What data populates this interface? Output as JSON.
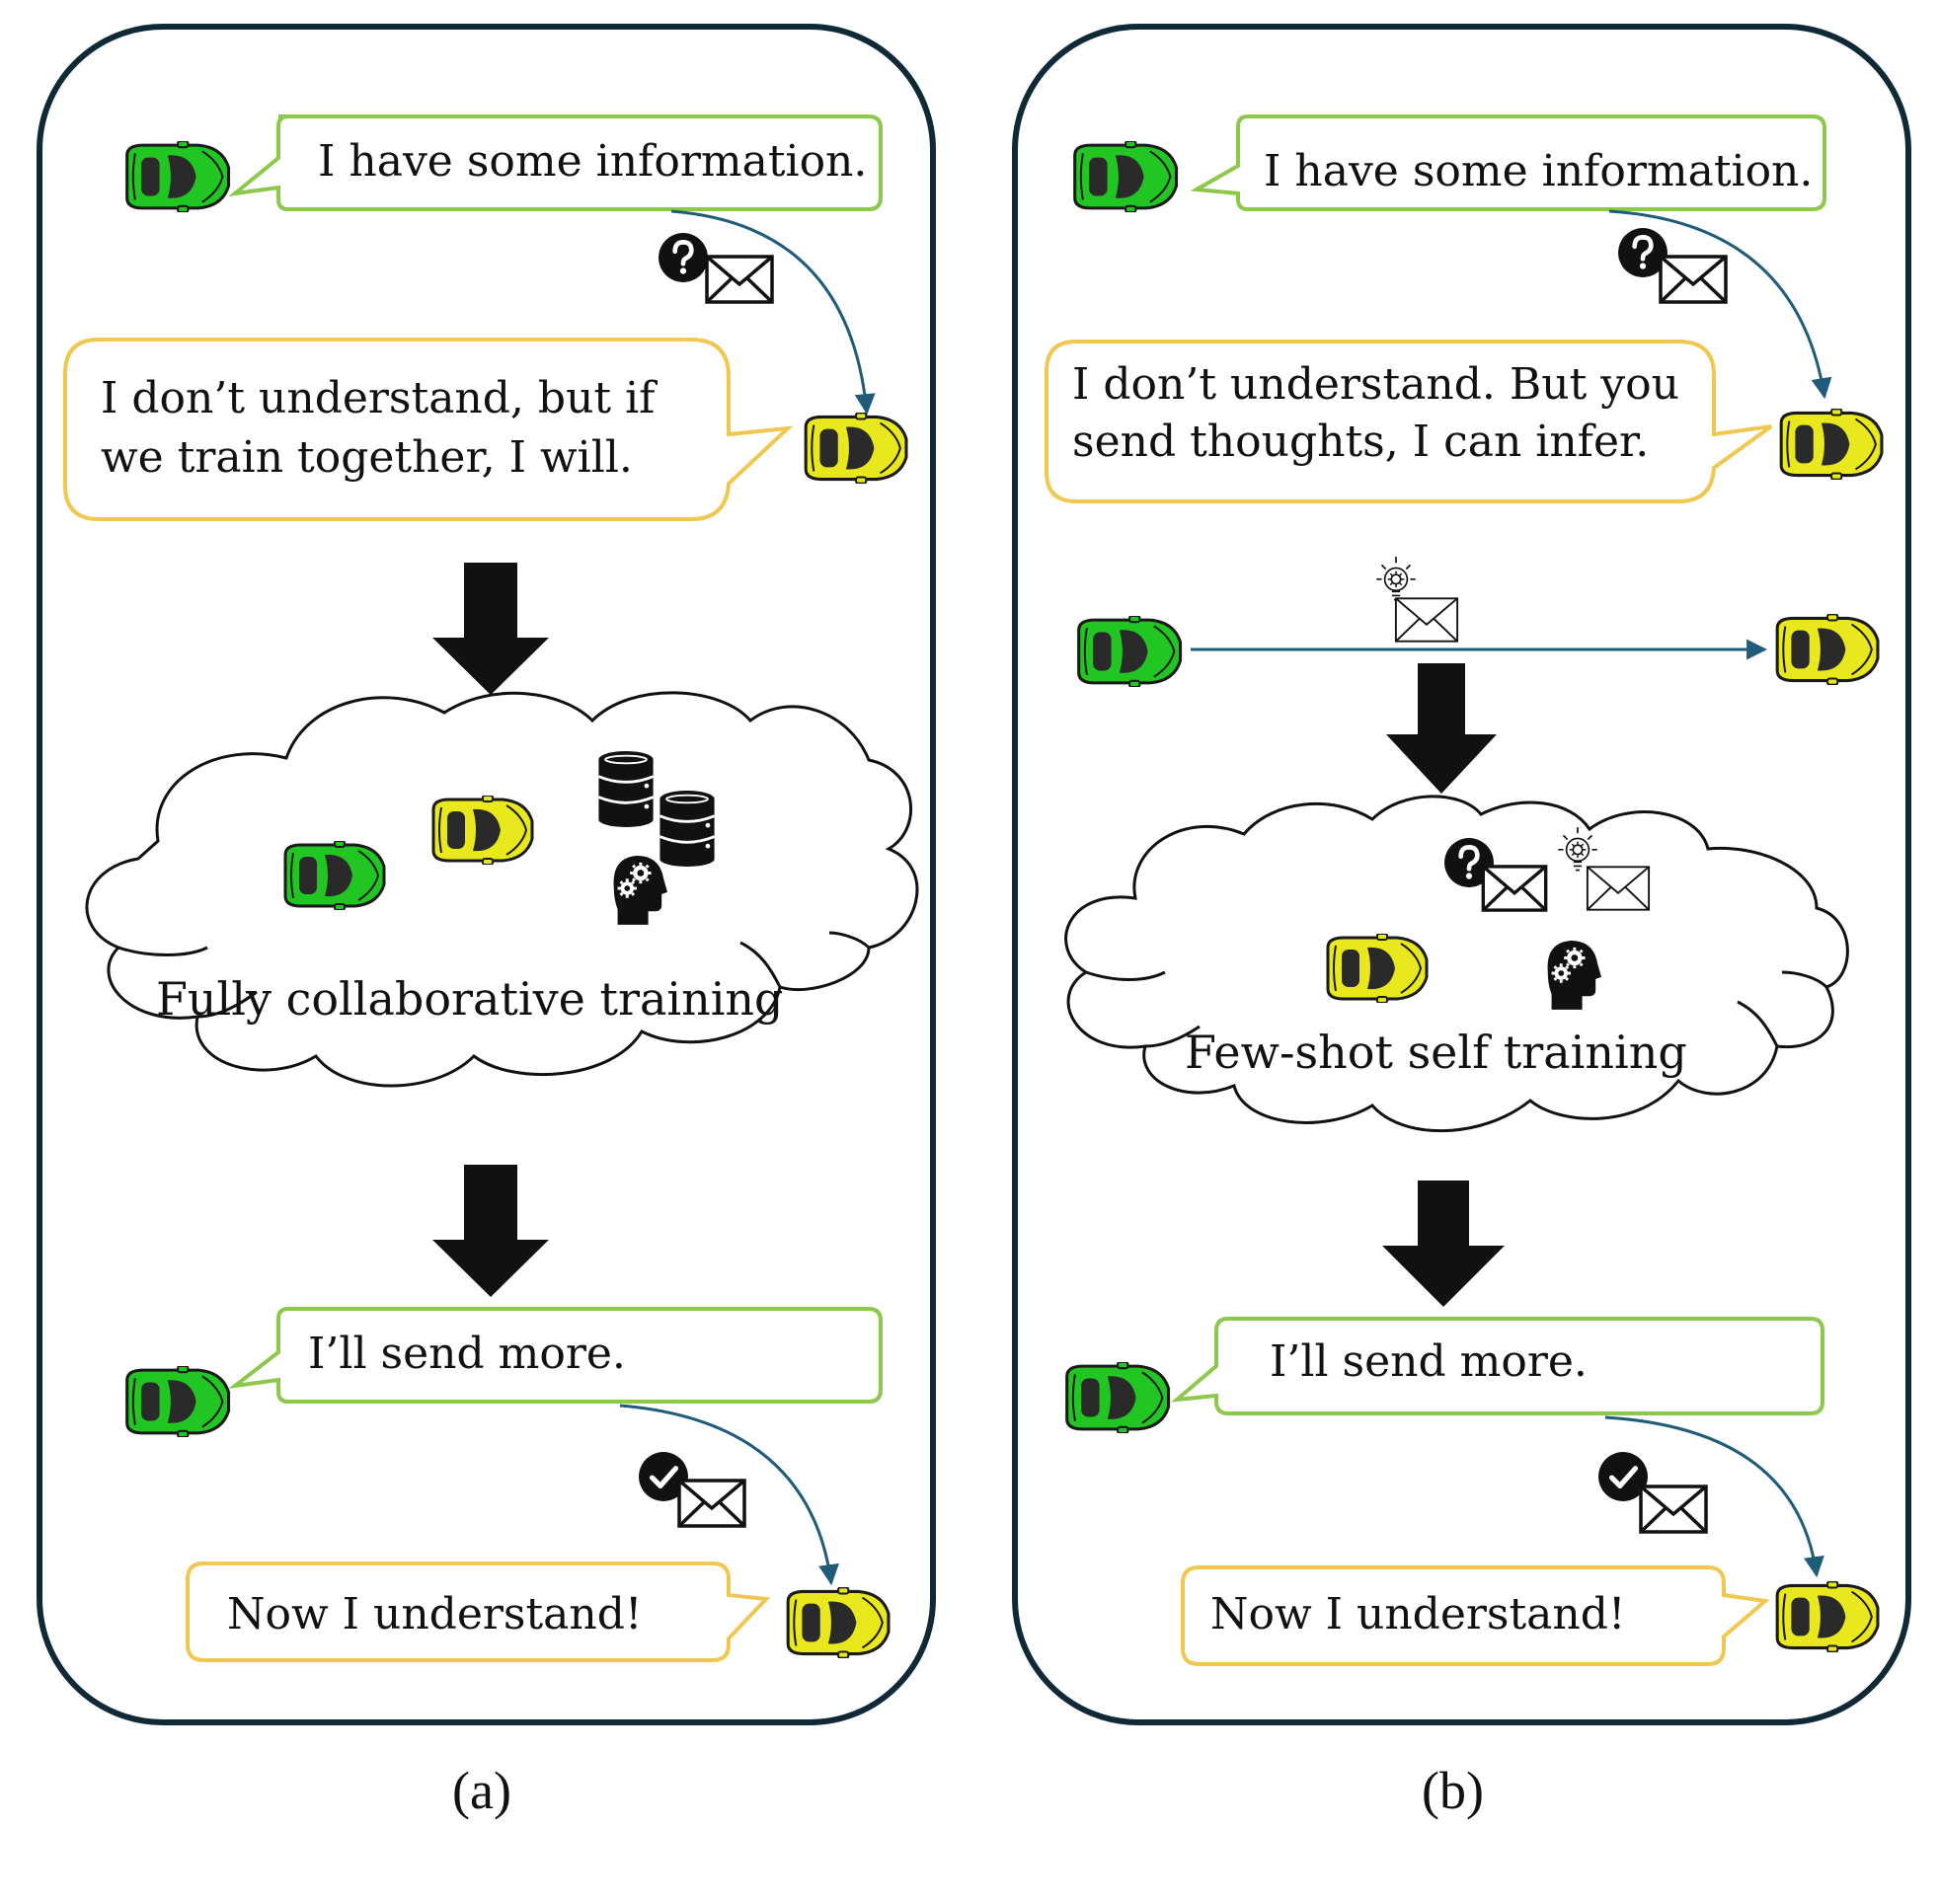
{
  "colors": {
    "panel_border": "#0f2a36",
    "green_car": "#22c622",
    "yellow_car": "#e8e81c",
    "green_bubble": "#8cc84b",
    "yellow_bubble": "#f0c850",
    "message_arrow": "#1f5c7a",
    "big_arrow": "#111111"
  },
  "icons": [
    "car-icon",
    "speech-bubble",
    "question-badge-icon",
    "check-badge-icon",
    "envelope-icon",
    "lightbulb-gear-icon",
    "database-icon",
    "head-gears-icon",
    "cloud-shape",
    "down-arrow-icon"
  ],
  "panel_a": {
    "caption": "(a)",
    "bubble1": "I have some information.",
    "bubble2_line1": "I don’t understand, but if",
    "bubble2_line2": "we train together, I will.",
    "cloud_label": "Fully collaborative training",
    "bubble3": "I’ll send more.",
    "bubble4": "Now I understand!"
  },
  "panel_b": {
    "caption": "(b)",
    "bubble1": "I have some information.",
    "bubble2_line1": "I don’t understand. But you",
    "bubble2_line2": "send thoughts, I can infer.",
    "cloud_label": "Few-shot self training",
    "bubble3": "I’ll send more.",
    "bubble4": "Now I understand!"
  }
}
